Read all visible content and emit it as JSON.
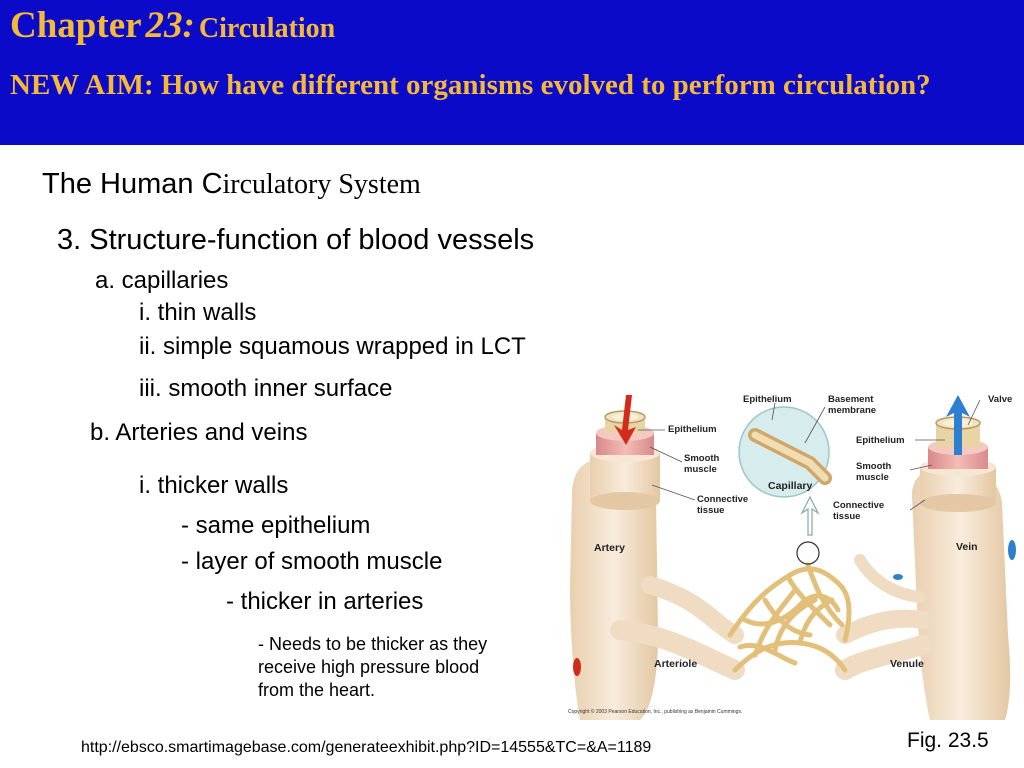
{
  "header": {
    "chapter_word": "Chapter",
    "chapter_number": "23:",
    "chapter_title": "Circulation",
    "aim": "NEW AIM: How have different organisms evolved to perform circulation?"
  },
  "content": {
    "system_title_sans": "The Human C",
    "system_title_serif": "irculatory System",
    "heading": "3. Structure-function of blood vessels",
    "capillaries": "a. capillaries",
    "cap_i": "i. thin walls",
    "cap_ii": "ii. simple squamous wrapped in LCT",
    "cap_iii": "iii. smooth inner surface",
    "arteries_veins": "b. Arteries and veins",
    "av_i": "i. thicker walls",
    "av_epi": "- same epithelium",
    "av_muscle": "- layer of smooth muscle",
    "av_thicker": "- thicker in arteries",
    "av_note_1": "- Needs to be thicker as they",
    "av_note_2": "receive high pressure blood",
    "av_note_3": "from the heart."
  },
  "diagram": {
    "labels": {
      "epithelium_left": "Epithelium",
      "smooth_muscle_left_1": "Smooth",
      "smooth_muscle_left_2": "muscle",
      "connective_left_1": "Connective",
      "connective_left_2": "tissue",
      "artery": "Artery",
      "arteriole": "Arteriole",
      "epithelium_top": "Epithelium",
      "basement_1": "Basement",
      "basement_2": "membrane",
      "capillary": "Capillary",
      "valve": "Valve",
      "epithelium_right": "Epithelium",
      "smooth_muscle_right_1": "Smooth",
      "smooth_muscle_right_2": "muscle",
      "connective_right_1": "Connective",
      "connective_right_2": "tissue",
      "vein": "Vein",
      "venule": "Venule",
      "copyright": "Copyright © 2003 Pearson Education, Inc., publishing as Benjamin Cummings."
    },
    "colors": {
      "tissue": "#f2dfc6",
      "muscle": "#e8a3a0",
      "capillary_net": "#e9c98a",
      "artery_arrow": "#d42a1c",
      "vein_arrow": "#2f7fd0",
      "header_bg": "#0a0ac8",
      "header_text": "#f5b935"
    }
  },
  "footer": {
    "url": "http://ebsco.smartimagebase.com/generateexhibit.php?ID=14555&TC=&A=1189",
    "figure": "Fig. 23.5"
  }
}
